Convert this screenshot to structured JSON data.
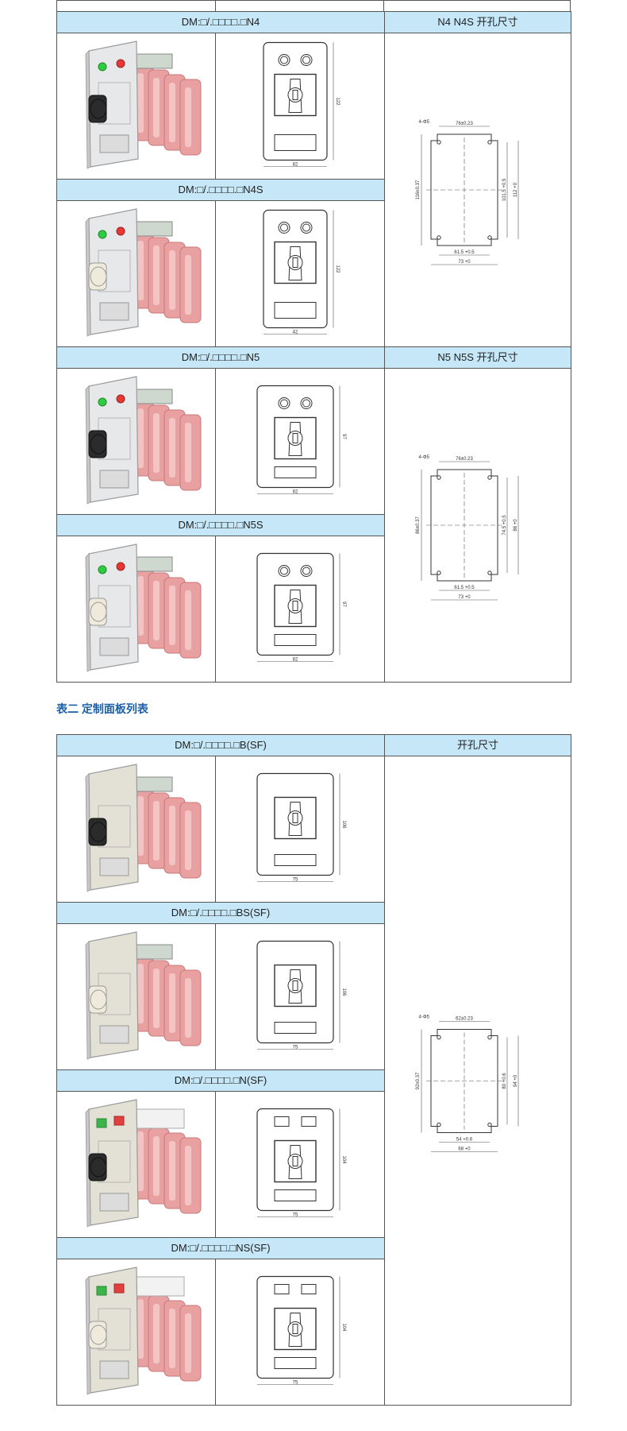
{
  "table1": {
    "rows": [
      {
        "label": "DM:□/.□□□□.□N4"
      },
      {
        "label": "DM:□/.□□□□.□N4S"
      },
      {
        "label": "DM:□/.□□□□.□N5"
      },
      {
        "label": "DM:□/.□□□□.□N5S"
      }
    ],
    "cutouts": [
      {
        "title": "N4 N4S 开孔尺寸",
        "top_dim": "76±0.23",
        "left_dim": "116±0.37",
        "right_dim1": "101.5 +0.5",
        "right_dim2": "112 +0",
        "bottom_dim1": "61.5 +0.5",
        "bottom_dim2": "73 +0",
        "hole": "4-Φ5"
      },
      {
        "title": "N5 N5S 开孔尺寸",
        "top_dim": "76±0.23",
        "left_dim": "86±0.37",
        "right_dim1": "74.5 +0.5",
        "right_dim2": "86 +0",
        "bottom_dim1": "61.5 +0.5",
        "bottom_dim2": "73 +0",
        "hole": "4-Φ5"
      }
    ],
    "drawing_dims": [
      {
        "w": "82",
        "h": "122"
      },
      {
        "w": "42",
        "h": "122"
      },
      {
        "w": "82",
        "h": "97"
      },
      {
        "w": "82",
        "h": "97"
      }
    ]
  },
  "section2_title": "表二 定制面板列表",
  "table2": {
    "rows": [
      {
        "label": "DM:□/.□□□□.□B(SF)"
      },
      {
        "label": "DM:□/.□□□□.□BS(SF)"
      },
      {
        "label": "DM:□/.□□□□.□N(SF)"
      },
      {
        "label": "DM:□/.□□□□.□NS(SF)"
      }
    ],
    "cutout": {
      "title": "开孔尺寸",
      "top_dim": "62±0.23",
      "left_dim": "92±0.37",
      "right_dim1": "80 +0.6",
      "right_dim2": "94 +0",
      "bottom_dim1": "54 +0.6",
      "bottom_dim2": "68 +0",
      "hole": "4-Φ5"
    },
    "drawing_dims": [
      {
        "w": "75",
        "h": "106"
      },
      {
        "w": "75",
        "h": "106"
      },
      {
        "w": "75",
        "h": "104"
      },
      {
        "w": "75",
        "h": "104"
      }
    ]
  },
  "colors": {
    "header_bg": "#c6e7f7",
    "title_blue": "#1a5fa8",
    "module_pink": "#e89a9a",
    "lamp_green": "#2ecc40",
    "lamp_red": "#e53935"
  }
}
